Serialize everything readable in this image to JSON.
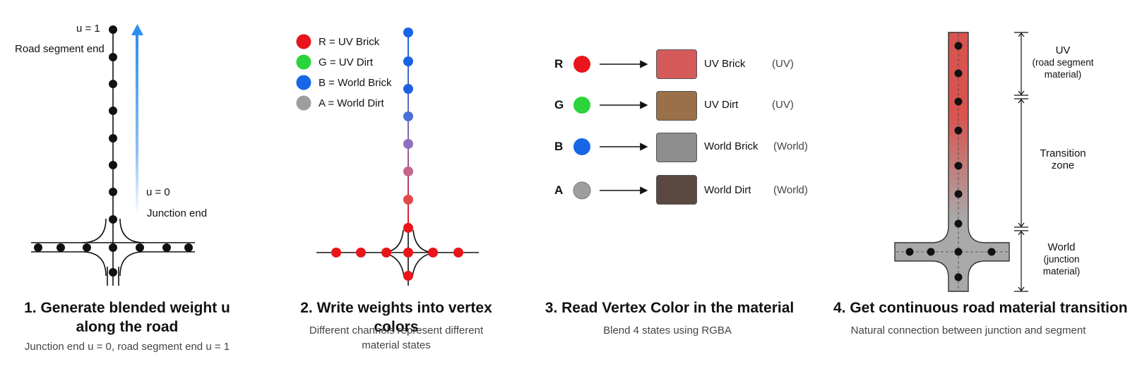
{
  "panel1": {
    "top_label": "u = 1",
    "top_caption": "Road segment end",
    "mid_label": "u = 0",
    "mid_caption": "Junction end",
    "title": "1.  Generate blended weight u along the road",
    "subtitle": "Junction end u = 0, road segment end u = 1"
  },
  "panel2": {
    "legend": [
      {
        "label": "R = UV Brick",
        "color": "#e8151b"
      },
      {
        "label": "G = UV Dirt",
        "color": "#2ad43a"
      },
      {
        "label": "B = World Brick",
        "color": "#1766e8"
      },
      {
        "label": "A = World Dirt",
        "color": "#9e9e9e"
      }
    ],
    "title": "2. Write weights into vertex colors",
    "subtitle": "Different channels represent different material states"
  },
  "panel3": {
    "rows": [
      {
        "channel": "R",
        "dot_color": "#e8151b",
        "swatch_color": "#d55b5b",
        "material": "UV Brick",
        "kind": "(UV)"
      },
      {
        "channel": "G",
        "dot_color": "#2ad43a",
        "swatch_color": "#9a7048",
        "material": "UV Dirt",
        "kind": "(UV)"
      },
      {
        "channel": "B",
        "dot_color": "#1766e8",
        "swatch_color": "#8e8e8e",
        "material": "World Brick",
        "kind": "(World)"
      },
      {
        "channel": "A",
        "dot_color": "#9e9e9e",
        "swatch_color": "#5b4840",
        "material": "World Dirt",
        "kind": "(World)"
      }
    ],
    "title": "3.  Read Vertex Color in the material",
    "subtitle": "Blend 4 states using RGBA"
  },
  "panel4": {
    "zone_uv": "UV",
    "zone_uv_sub": "(road segment material)",
    "zone_transition": "Transition zone",
    "zone_world": "World",
    "zone_world_sub": "(junction material)",
    "title": "4.  Get continuous road material transition",
    "subtitle": "Natural connection between junction and segment"
  },
  "colors": {
    "arrow_blue": "#2e8df0",
    "road_red": "#d9534f",
    "road_gray": "#a9a9a9"
  }
}
